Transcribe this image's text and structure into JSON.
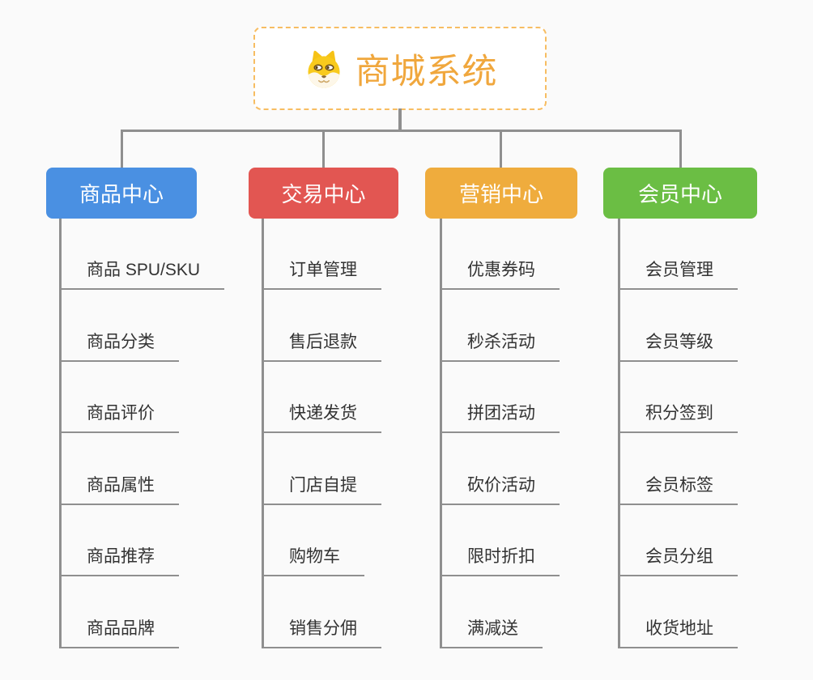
{
  "root": {
    "title": "商城系统",
    "icon": "shiba-dog-icon"
  },
  "colors": {
    "background": "#fafafa",
    "connector_line": "#8f8f8f",
    "root_border": "#f7bd62",
    "root_title": "#f0a73d",
    "leaf_text": "#333333",
    "leaf_underline": "#8f8f8f"
  },
  "branches": [
    {
      "label": "商品中心",
      "color": "#4a90e2",
      "items": [
        "商品 SPU/SKU",
        "商品分类",
        "商品评价",
        "商品属性",
        "商品推荐",
        "商品品牌"
      ]
    },
    {
      "label": "交易中心",
      "color": "#e25652",
      "items": [
        "订单管理",
        "售后退款",
        "快递发货",
        "门店自提",
        "购物车",
        "销售分佣"
      ]
    },
    {
      "label": "营销中心",
      "color": "#efac3d",
      "items": [
        "优惠券码",
        "秒杀活动",
        "拼团活动",
        "砍价活动",
        "限时折扣",
        "满减送"
      ]
    },
    {
      "label": "会员中心",
      "color": "#6bbe44",
      "items": [
        "会员管理",
        "会员等级",
        "积分签到",
        "会员标签",
        "会员分组",
        "收货地址"
      ]
    }
  ]
}
